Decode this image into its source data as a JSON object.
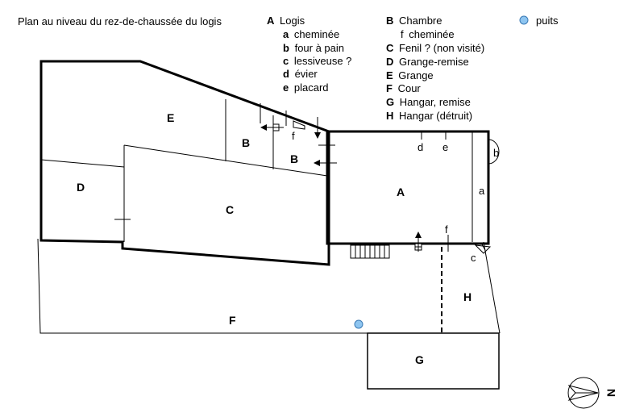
{
  "title": "Plan au niveau du rez-de-chaussée du logis",
  "legend": {
    "col1": [
      {
        "key": "A",
        "text": "Logis"
      },
      {
        "key": "a",
        "text": "cheminée"
      },
      {
        "key": "b",
        "text": "four à pain"
      },
      {
        "key": "c",
        "text": "lessiveuse ?"
      },
      {
        "key": "d",
        "text": "évier"
      },
      {
        "key": "e",
        "text": "placard"
      }
    ],
    "col2": [
      {
        "key": "B",
        "text": "Chambre"
      },
      {
        "key": "f",
        "text": "cheminée"
      },
      {
        "key": "C",
        "text": "Fenil ? (non visité)"
      },
      {
        "key": "D",
        "text": "Grange-remise"
      },
      {
        "key": "E",
        "text": "Grange"
      },
      {
        "key": "F",
        "text": "Cour"
      },
      {
        "key": "G",
        "text": "Hangar, remise"
      },
      {
        "key": "H",
        "text": "Hangar (détruit)"
      }
    ],
    "well": "puits"
  },
  "rooms": {
    "A": "A",
    "B1": "B",
    "B2": "B",
    "C": "C",
    "D": "D",
    "E": "E",
    "F": "F",
    "G": "G",
    "H": "H"
  },
  "features": {
    "a": "a",
    "b": "b",
    "c": "c",
    "d": "d",
    "e": "e",
    "f_room_b": "f",
    "f_logis": "f"
  },
  "compass": "N",
  "colors": {
    "well": "#8ec5f0",
    "well_stroke": "#3b7ab5",
    "line": "#000000"
  }
}
